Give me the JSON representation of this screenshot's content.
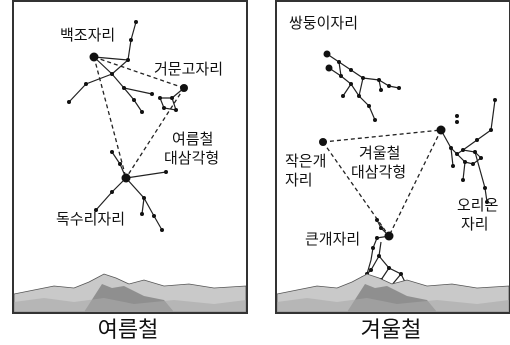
{
  "summer": {
    "caption": "여름철",
    "labels": {
      "cygnus": "백조자리",
      "lyra": "거문고자리",
      "triangle_line1": "여름철",
      "triangle_line2": "대삼각형",
      "aquila": "독수리자리"
    }
  },
  "winter": {
    "caption": "겨울철",
    "labels": {
      "gemini": "쌍둥이자리",
      "canis_minor_line1": "작은개",
      "canis_minor_line2": "자리",
      "triangle_line1": "겨울철",
      "triangle_line2": "대삼각형",
      "orion_line1": "오리온",
      "orion_line2": "자리",
      "canis_major": "큰개자리"
    }
  }
}
